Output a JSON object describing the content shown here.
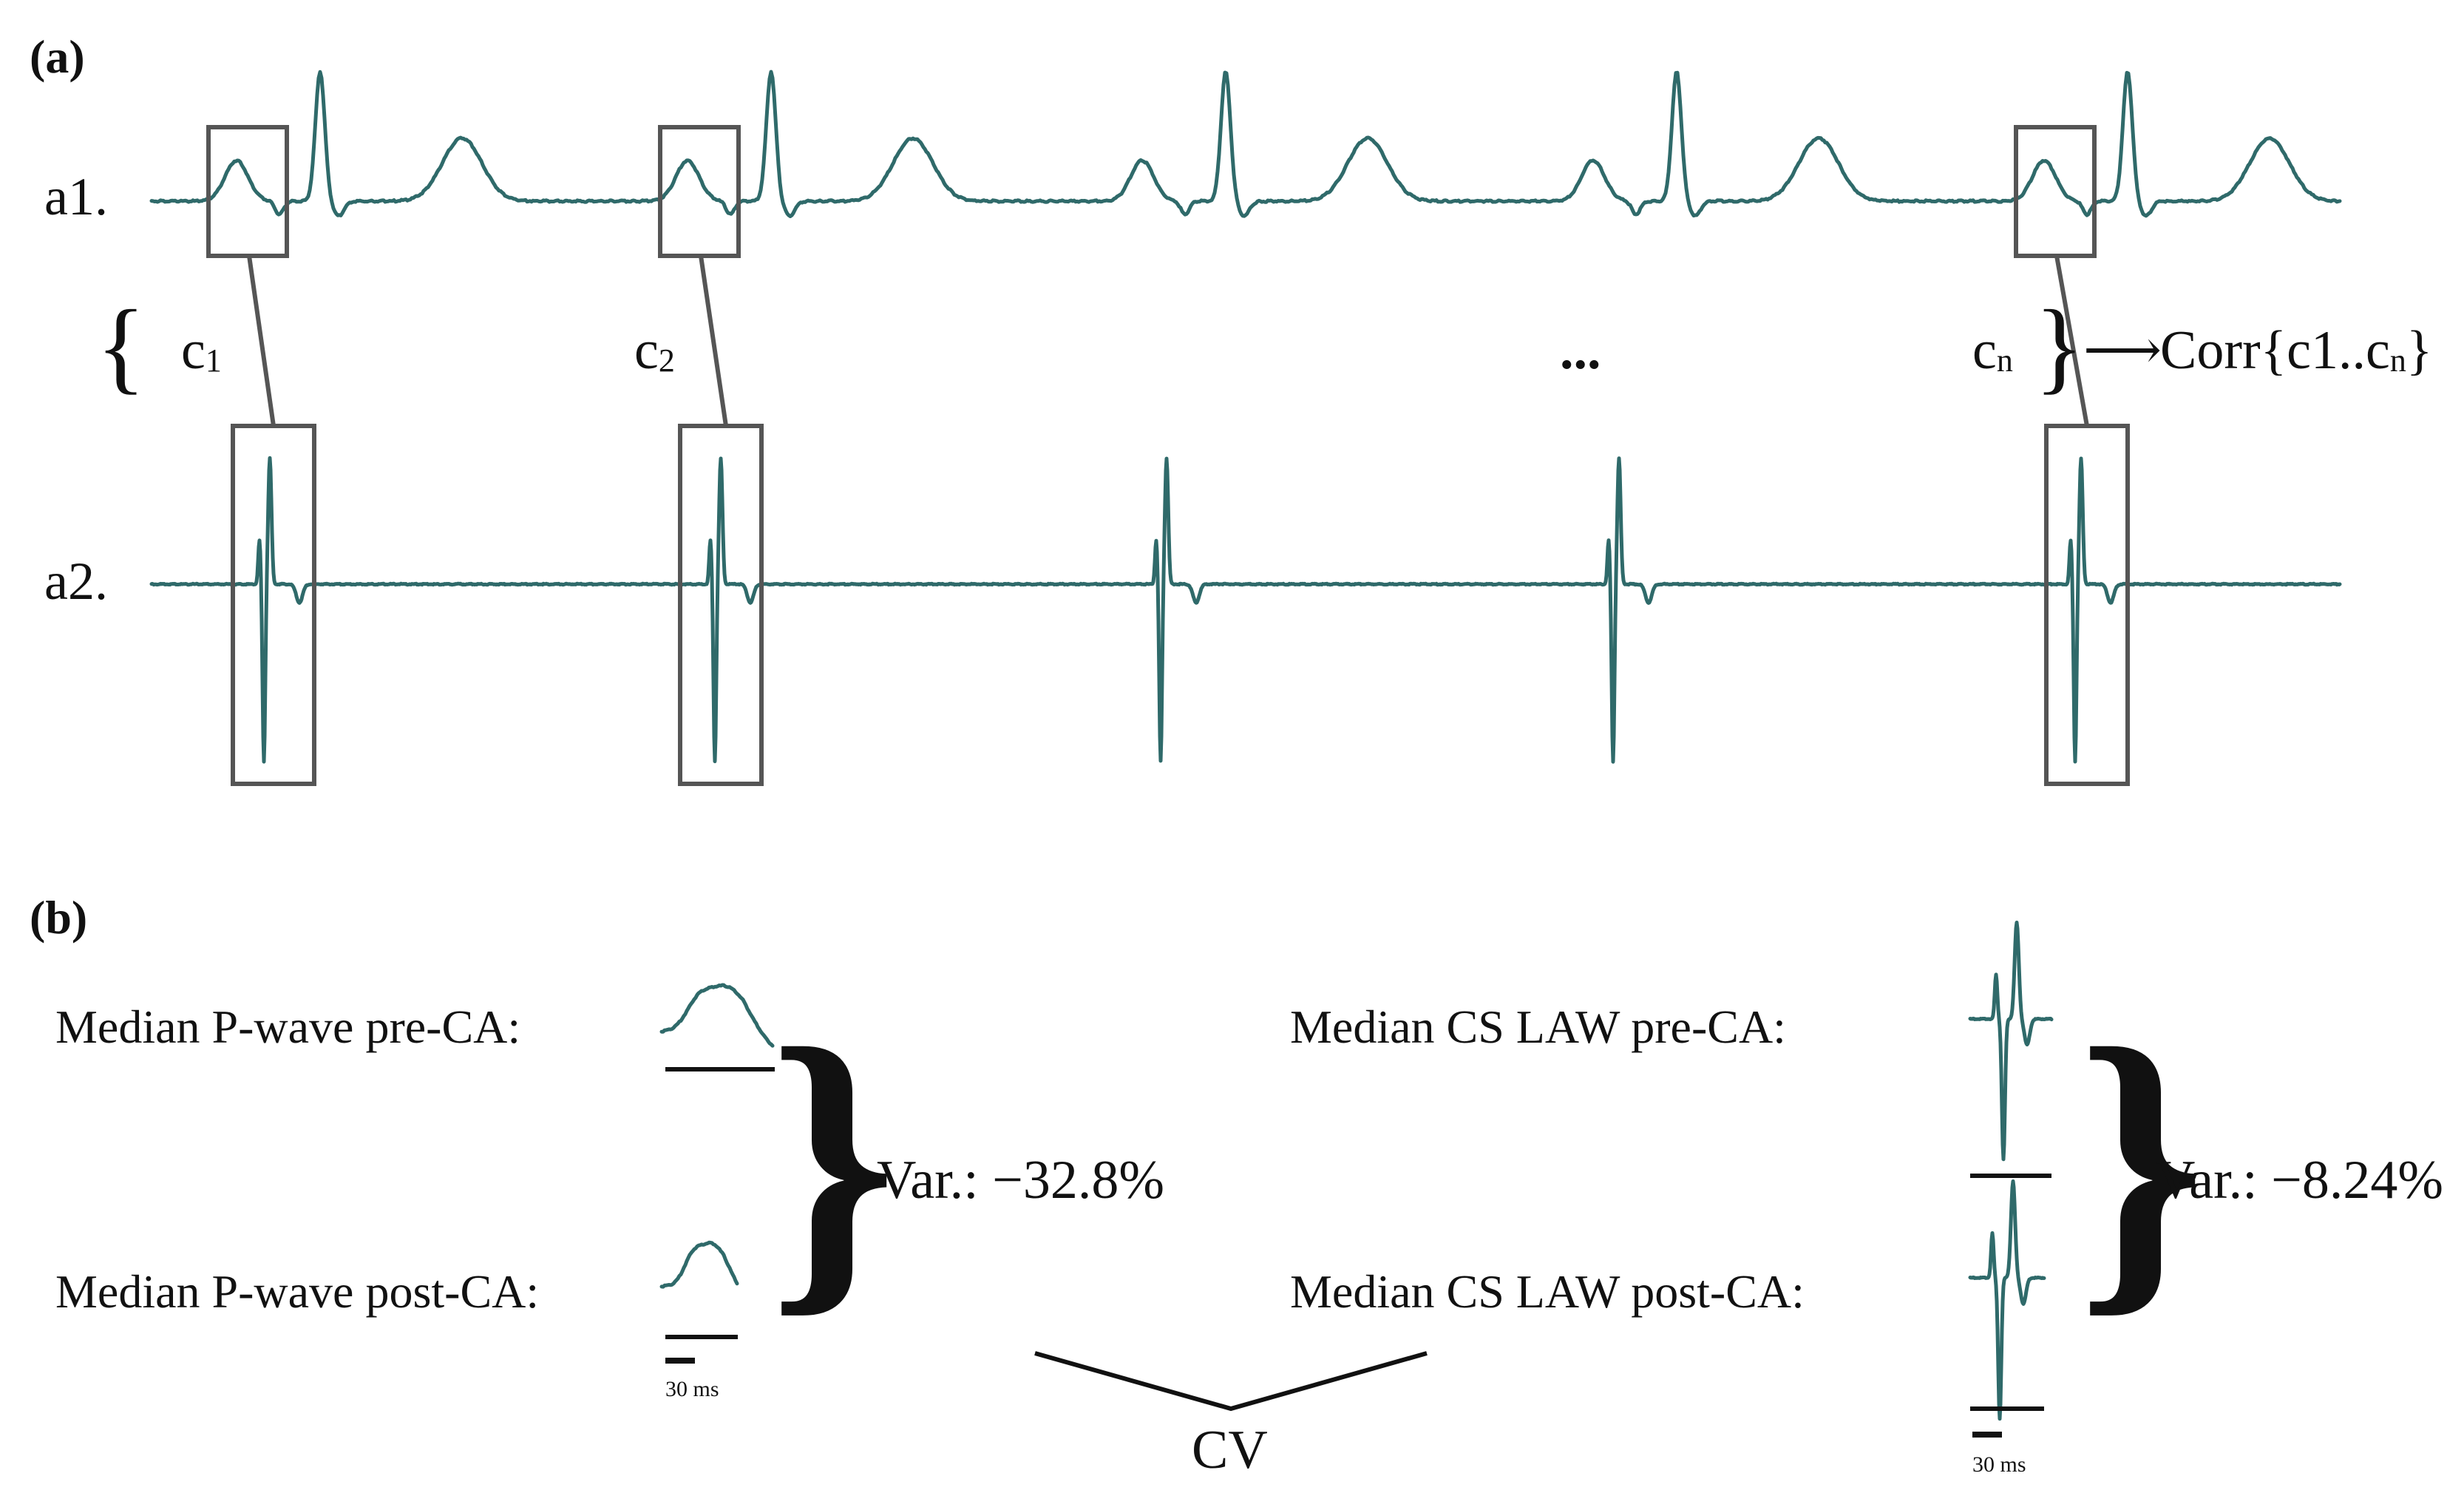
{
  "panel_a": {
    "label_open": "(",
    "label_letter": "a",
    "label_close": ")",
    "row1_label": "a1.",
    "row2_label": "a2.",
    "brace_left": "{",
    "brace_right": "}",
    "c1": {
      "base": "c",
      "sub": "1"
    },
    "c2": {
      "base": "c",
      "sub": "2"
    },
    "ellipsis": "...",
    "cn": {
      "base": "c",
      "sub": "n"
    },
    "arrow": "⟶",
    "corr_main": "Corr{c1..c",
    "corr_sub": "n",
    "corr_close": "}"
  },
  "panel_b": {
    "label_open": "(",
    "label_letter": "b",
    "label_close": ")",
    "pwave_pre": "Median P-wave pre-CA:",
    "pwave_post": "Median P-wave post-CA:",
    "pwave_var": "Var.: −32.8%",
    "pwave_scale": "30 ms",
    "cs_pre": "Median CS LAW pre-CA:",
    "cs_post": "Median CS LAW post-CA:",
    "cs_var": "Var.: −8.24%",
    "cs_scale": "30  ms",
    "cv": "CV",
    "brace_char": "}"
  },
  "colors": {
    "trace": "#2f6a6a",
    "box": "#555555",
    "text": "#111111"
  }
}
